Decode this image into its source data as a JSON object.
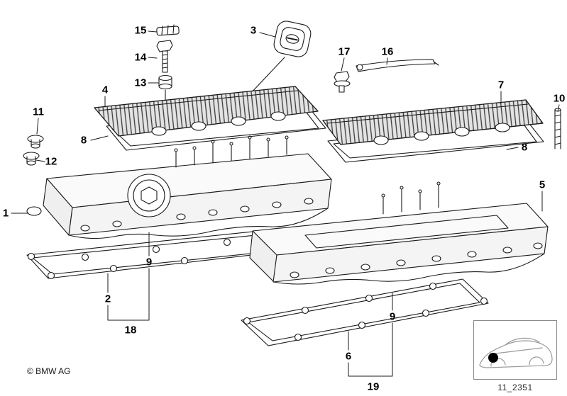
{
  "diagram": {
    "callouts": [
      {
        "id": "1",
        "label": "1"
      },
      {
        "id": "2",
        "label": "2"
      },
      {
        "id": "3",
        "label": "3"
      },
      {
        "id": "4",
        "label": "4"
      },
      {
        "id": "5",
        "label": "5"
      },
      {
        "id": "6",
        "label": "6"
      },
      {
        "id": "7",
        "label": "7"
      },
      {
        "id": "8-left",
        "label": "8"
      },
      {
        "id": "8-right",
        "label": "8"
      },
      {
        "id": "9-left",
        "label": "9"
      },
      {
        "id": "9-right",
        "label": "9"
      },
      {
        "id": "10",
        "label": "10"
      },
      {
        "id": "11",
        "label": "11"
      },
      {
        "id": "12",
        "label": "12"
      },
      {
        "id": "13",
        "label": "13"
      },
      {
        "id": "14",
        "label": "14"
      },
      {
        "id": "15",
        "label": "15"
      },
      {
        "id": "16",
        "label": "16"
      },
      {
        "id": "17",
        "label": "17"
      },
      {
        "id": "18",
        "label": "18"
      },
      {
        "id": "19",
        "label": "19"
      }
    ],
    "footer": {
      "copyright": "© BMW AG",
      "drawing_number": "11_2351"
    },
    "colors": {
      "line": "#1a1a1a",
      "background": "#ffffff"
    }
  }
}
